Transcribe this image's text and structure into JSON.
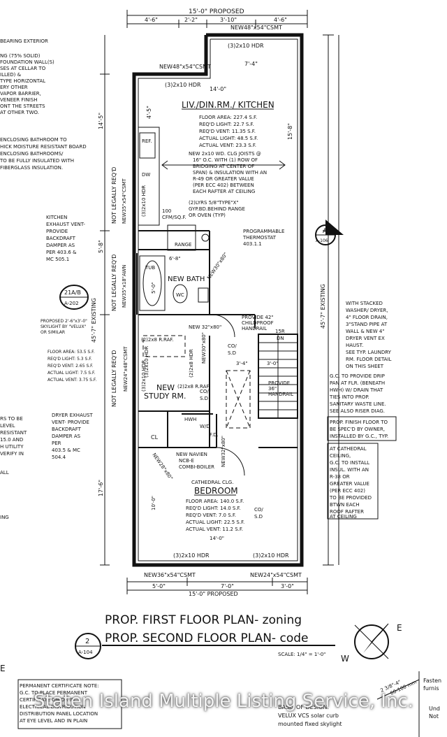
{
  "dims": {
    "top_overall": "15'-0\" PROPOSED",
    "top_a": "4'-6\"",
    "top_b": "2'-2\"",
    "top_c": "3'-10\"",
    "top_d": "4'-6\"",
    "bottom_a": "5'-0\"",
    "bottom_b": "7'-0\"",
    "bottom_c": "3'-0\"",
    "bottom_overall": "15'-0\" PROPOSED",
    "right_upper": "15'-8\"",
    "right_existing": "45'-7\" EXISTING",
    "left_upper": "14'-5\"",
    "left_mid": "5'-8\"",
    "left_existing": "45'-7\" EXISTING",
    "left_lower": "17'-6\"",
    "kitchen_w": "14'-0\"",
    "notch_w": "7'-4\"",
    "kitchen_left": "4'-5\"",
    "bath_w": "6'-8\"",
    "tub": "5'-0\"",
    "stair_a": "3'-4\"",
    "stair_b": "3'-0\"",
    "bed_h": "10'-0\"",
    "bed_w": "14'-0\""
  },
  "windows": {
    "top": "NEW48\"x54\"CSMT",
    "top_hdr": "(3)2x10 HDR",
    "left": "NEW48\"x54\"CSMT",
    "left_hdr": "(3)2x10 HDR",
    "bottom_left": "NEW36\"x54\"CSMT",
    "bottom_right": "NEW24\"x54\"CSMT",
    "bottom_hdr_l": "(3)2x10 HDR",
    "bottom_hdr_r": "(3)2x10 HDR",
    "vert_1": "NEW35\"x54\"CSMT",
    "vert_2": "NEW35\"x18\"AWN",
    "vert_3": "NEW24\"x48\"CSMT",
    "vert_hdr1": "(3)2x10 HDR",
    "vert_hdr2": "(3)2x10 HDR"
  },
  "kitchen": {
    "title": "LIV./DIN.RM./ KITCHEN",
    "lines": [
      "FLOOR AREA: 227.4 S.F.",
      "REQ'D LIGHT: 22.7 S.F.",
      "REQ'D VENT: 11.35 S.F.",
      "ACTUAL LIGHT: 48.5 S.F.",
      "ACTUAL VENT: 23.3 S.F."
    ],
    "joist": [
      "NEW 2x10 WD. CLG JOISTS @",
      "16\" O.C. WITH (1) ROW OF",
      "BRIDGING AT CENTER OF",
      "SPAN) & INSULATION WITH AN",
      "R-49 OR GREATER VALUE",
      "(PER ECC 402) BETWEEN",
      "EACH RAFTER AT CEILING"
    ],
    "gyp": [
      "(2)LYRS 5/8\"TYPE\"X\"",
      "GYP.BD.BEHIND RANGE",
      "OR OVEN (TYP)"
    ],
    "ref": "REF.",
    "dw": "DW",
    "range": "RANGE",
    "cfm": [
      "100",
      "CFM/SQ.F."
    ]
  },
  "notes_left": {
    "bearing": [
      "BEARING EXTERIOR",
      "NG (75% SOLID)",
      "FOUNDATION WALL(S)",
      "SES AT CELLAR TO",
      "ILLED) &",
      "TYPE HORIZONTAL",
      "ERY OTHER",
      "VAPOR BARRIER,",
      "VENEER FINISH",
      "ONT THE STREETS",
      "AT OTHER TWO."
    ],
    "bathroom": [
      "ENCLOSING BATHROOM TO",
      "HICK MOISTURE RESISTANT BOARD",
      "ENCLOSING BATHROOMS/",
      "TO BE FULLY INSULATED WITH",
      "FIBERGLASS INSULATION."
    ],
    "kitchen_exhaust": [
      "KITCHEN",
      "EXHAUST VENT-",
      "PROVIDE",
      "BACKDRAFT",
      "DAMPER AS",
      "PER 403.6 &",
      "MC 505.1"
    ],
    "section": "21A/B",
    "section_ref": "A-202",
    "skylight": [
      "PROPOSED 2'-6\"x3'-0\"",
      "SKYLIGHT BY \"VELUX\"",
      "OR SIMILAR"
    ],
    "study_stats": [
      "FLOOR AREA: 53.5 S.F.",
      "REQ'D LIGHT: 5.3 S.F.",
      "REQ'D VENT: 2.65 S.F.",
      "ACTUAL LIGHT: 7.5 S.F.",
      "ACTUAL VENT: 3.75 S.F."
    ],
    "dryer": [
      "DRYER EXHAUST",
      "VENT- PROVIDE",
      "BACKDRAFT",
      "DAMPER AS",
      "PER",
      "403.5 & MC",
      "504.4"
    ],
    "edge": [
      "RS TO BE",
      "LEVEL",
      "RESISTANT",
      "15.0 AND",
      "H UTILITY",
      "VERIFY IN"
    ],
    "edge2": [
      "ALL",
      "ING"
    ],
    "not_legally_1": "NOT LEGALLY REQ'D",
    "not_legally_2": "NOT LEGALLY REQ'D",
    "not_legally_3": "NOT LEGALLY REQ'D"
  },
  "notes_right": {
    "thermostat": [
      "PROGRAMMABLE",
      "THERMOSTAT",
      "403.1.1"
    ],
    "section_letter": "A",
    "section_ref": "A-106",
    "washer": [
      "WITH STACKED",
      "WASHER/ DRYER,",
      "4\" FLOOR DRAIN,",
      "3\"STAND PIPE AT",
      "WALL & NEW 4\"",
      "DRYER VENT EX",
      "HAUST.",
      "SEE TYP. LAUNDRY",
      "RM. FLOOR DETAIL",
      "ON THIS SHEET"
    ],
    "drip": [
      "G.C. TO PROVIDE DRIP",
      "PAN AT FLR. (BENEATH",
      "HWH) W/ DRAIN THAT",
      "TIES INTO PROP.",
      "SANITARY WASTE LINE.",
      "SEE ALSO RISER DIAG."
    ],
    "finish": [
      "PROP. FINISH FLOOR TO",
      "BE SPEC'D BY OWNER,",
      "INSTALLED BY G.C., TYP."
    ],
    "cathedral": [
      "AT CATHEDRAL",
      "CEILING,",
      "G.C. TO INSTALL",
      "INSUL. WITH AN",
      "R-38 OR",
      "GREATER VALUE",
      "(PER ECC 402)",
      "TO BE PROVIDED",
      "BTWN EACH",
      "ROOF RAFTER",
      "AT CEILING"
    ]
  },
  "rooms": {
    "bath": "NEW BATH",
    "tub": "TUB",
    "wc": "WC",
    "study": "NEW",
    "study2": "STUDY RM.",
    "bedroom": "BEDROOM",
    "bed_clg": "CATHEDRAL CLG.",
    "bed_lines": [
      "FLOOR AREA: 140.0 S.F.",
      "REQ'D LIGHT: 14.0 S.F.",
      "REQ'D VENT: 7.0 S.F.",
      "ACTUAL LIGHT: 22.5 S.F.",
      "ACTUAL VENT: 11.2 S.F."
    ],
    "cl": "CL",
    "hwh": "HWH",
    "wd": "W/D",
    "fd": "F.D.",
    "navien": [
      "NEW NAVIEN",
      "NCB-E",
      "COMBI-BOILER"
    ],
    "door_1": "NEW 32\"x80\"",
    "door_2": "NEW32\"x80\"",
    "door_3": "NEW30\"x80\"",
    "door_4": "NEW28\"x80\"",
    "door_5": "NEW30\"x80\"",
    "raf_1": "(2)2x8 R.RAF.",
    "raf_2": "(2)2x8 R.RAF.",
    "hdr_1": "(3)2x10 HDR",
    "hdr_2": "(2)2x8 HDR",
    "co_1": "CO/",
    "sd_1": "S.D",
    "co_2": "CO/",
    "sd_2": "S.D",
    "co_3": "CO/",
    "sd_3": "S.D",
    "handrail": [
      "PROVIDE 42\"",
      "CHILDPROOF",
      "HANDRAIL"
    ],
    "handrail2": [
      "PROVIDE",
      "36\"",
      "HANDRAIL"
    ],
    "stair": [
      "15R",
      "DN"
    ]
  },
  "title": {
    "line1": "PROP. FIRST FLOOR PLAN- zoning",
    "line2": "PROP. SECOND FLOOR PLAN- code",
    "bubble_num": "2",
    "bubble_ref": "A-104",
    "scale": "SCALE: 1/4\" = 1'-0\""
  },
  "compass": {
    "e": "E",
    "w": "W"
  },
  "footer": {
    "cert_title": "PERMANENT CERTIFICATE NOTE:",
    "cert_lines": [
      "G.C. TO PLACE PERMANENT",
      "CERTIFICATE ON OR IN",
      "ELECTRICAL DISTRIBUTION",
      "DISTRIBUTION PANEL LOCATION",
      "AT EYE LEVEL AND IN PLAIN"
    ],
    "left_e": "E",
    "velux": [
      "BASIS OF DESIGN:",
      "VELUX VCS solar curb",
      "mounted fixed skylight"
    ],
    "dim_a": "2 3/8\"-4\"",
    "dim_b": "60-100 mm",
    "faster": [
      "Fasten",
      "furnis"
    ],
    "uno": [
      "Und",
      "Not"
    ]
  },
  "watermark": "Staten Island Multiple Listing Service, Inc."
}
